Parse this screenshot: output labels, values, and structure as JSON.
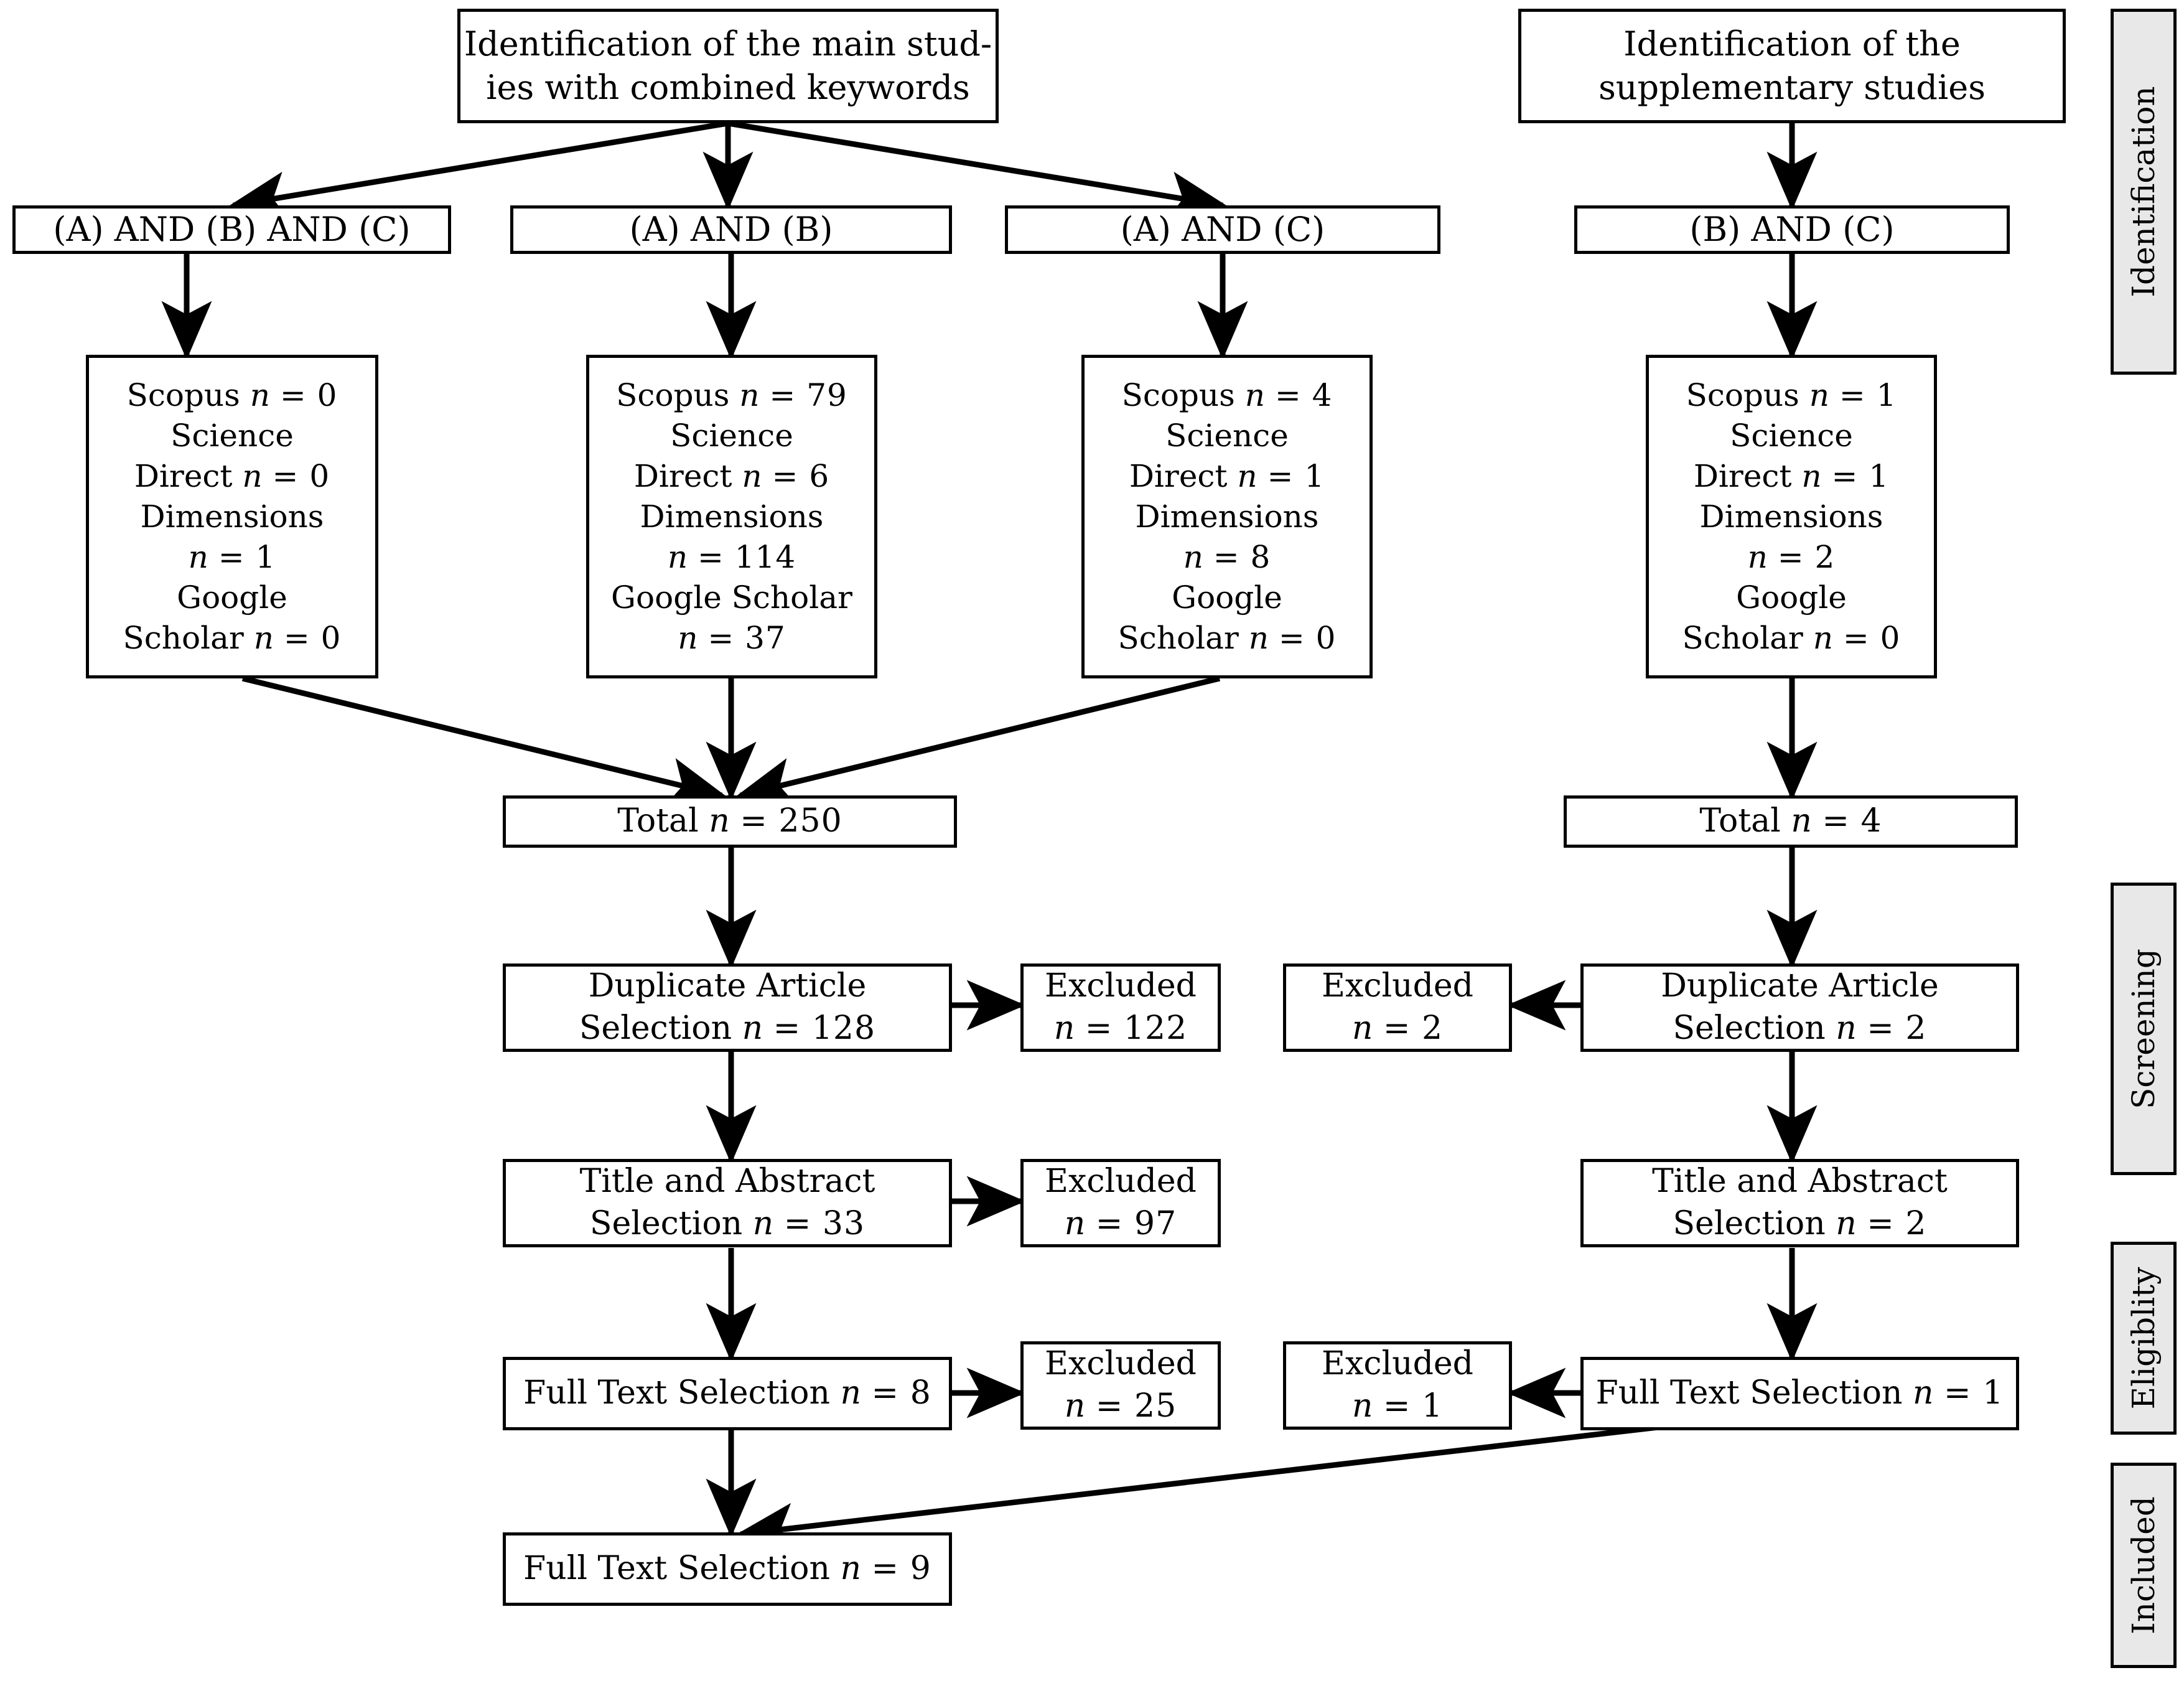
{
  "diagram": {
    "type": "prisma-flow-diagram",
    "title_top_left": "Identification of the main studies with combined keywords",
    "title_top_right": "Identification of the supplementary studies"
  },
  "top_boxes": [
    {
      "id": "main-identification",
      "line1": "Identification of the main stud-",
      "line2": "ies with combined keywords"
    },
    {
      "id": "supplementary-identification",
      "line1": "Identification of the",
      "line2": "supplementary studies"
    }
  ],
  "query_boxes": [
    {
      "id": "query-abc",
      "label": "(A) AND (B) AND (C)"
    },
    {
      "id": "query-ab",
      "label": "(A) AND (B)"
    },
    {
      "id": "query-ac",
      "label": "(A) AND (C)"
    },
    {
      "id": "query-bc",
      "label": "(B) AND (C)"
    }
  ],
  "database_boxes": [
    {
      "id": "db-abc",
      "lines": [
        {
          "prefix": "Scopus",
          "eq": "= 0"
        },
        {
          "prefix": "Science",
          "eq": ""
        },
        {
          "prefix": "Direct",
          "eq": "= 0"
        },
        {
          "prefix": "Dimensions",
          "eq": ""
        },
        {
          "prefix": "",
          "eq": "= 1"
        },
        {
          "prefix": "Google",
          "eq": ""
        },
        {
          "prefix": "Scholar",
          "eq": "= 0"
        }
      ],
      "counts": {
        "scopus": 0,
        "science_direct": 0,
        "dimensions": 1,
        "google_scholar": 0
      }
    },
    {
      "id": "db-ab",
      "lines": [
        {
          "prefix": "Scopus",
          "eq": "= 79"
        },
        {
          "prefix": "Science",
          "eq": ""
        },
        {
          "prefix": "Direct",
          "eq": "= 6"
        },
        {
          "prefix": "Dimensions",
          "eq": ""
        },
        {
          "prefix": "",
          "eq": "= 114"
        },
        {
          "prefix": "Google Scholar",
          "eq": ""
        },
        {
          "prefix": "",
          "eq": "= 37"
        }
      ],
      "counts": {
        "scopus": 79,
        "science_direct": 6,
        "dimensions": 114,
        "google_scholar": 37
      }
    },
    {
      "id": "db-ac",
      "lines": [
        {
          "prefix": "Scopus",
          "eq": "= 4"
        },
        {
          "prefix": "Science",
          "eq": ""
        },
        {
          "prefix": "Direct",
          "eq": "= 1"
        },
        {
          "prefix": "Dimensions",
          "eq": ""
        },
        {
          "prefix": "",
          "eq": "= 8"
        },
        {
          "prefix": "Google",
          "eq": ""
        },
        {
          "prefix": "Scholar",
          "eq": "= 0"
        }
      ],
      "counts": {
        "scopus": 4,
        "science_direct": 1,
        "dimensions": 8,
        "google_scholar": 0
      }
    },
    {
      "id": "db-bc",
      "lines": [
        {
          "prefix": "Scopus",
          "eq": "= 1"
        },
        {
          "prefix": "Science",
          "eq": ""
        },
        {
          "prefix": "Direct",
          "eq": "= 1"
        },
        {
          "prefix": "Dimensions",
          "eq": ""
        },
        {
          "prefix": "",
          "eq": "= 2"
        },
        {
          "prefix": "Google",
          "eq": ""
        },
        {
          "prefix": "Scholar",
          "eq": "= 0"
        }
      ],
      "counts": {
        "scopus": 1,
        "science_direct": 1,
        "dimensions": 2,
        "google_scholar": 0
      }
    }
  ],
  "totals": {
    "main": {
      "id": "total-main",
      "prefix": "Total",
      "eq": "=  250",
      "value": 250
    },
    "supplementary": {
      "id": "total-supp",
      "prefix": "Total",
      "eq": "=  4",
      "value": 4
    }
  },
  "stages": {
    "main": [
      {
        "id": "main-duplicate",
        "line1": "Duplicate Article",
        "line2_prefix": "Selection",
        "line2_eq": "=  128",
        "value": 128
      },
      {
        "id": "main-title-abs",
        "line1": "Title and Abstract",
        "line2_prefix": "Selection",
        "line2_eq": "=  33",
        "value": 33
      },
      {
        "id": "main-full-text",
        "line1": "",
        "line2_prefix": "Full Text Selection",
        "line2_eq": "= 8",
        "value": 8
      },
      {
        "id": "main-final",
        "line1": "",
        "line2_prefix": "Full Text Selection",
        "line2_eq": "= 9",
        "value": 9
      }
    ],
    "supplementary": [
      {
        "id": "supp-duplicate",
        "line1": "Duplicate Article",
        "line2_prefix": "Selection",
        "line2_eq": "=  2",
        "value": 2
      },
      {
        "id": "supp-title-abs",
        "line1": "Title and Abstract",
        "line2_prefix": "Selection",
        "line2_eq": "=  2",
        "value": 2
      },
      {
        "id": "supp-full-text",
        "line1": "",
        "line2_prefix": "Full Text Selection",
        "line2_eq": "= 1",
        "value": 1
      }
    ]
  },
  "excluded_boxes": [
    {
      "id": "excl-main-duplicate",
      "label": "Excluded",
      "eq": "=  122",
      "value": 122
    },
    {
      "id": "excl-supp-duplicate",
      "label": "Excluded",
      "eq": "=  2",
      "value": 2
    },
    {
      "id": "excl-main-title",
      "label": "Excluded",
      "eq": "=  97",
      "value": 97
    },
    {
      "id": "excl-main-full",
      "label": "Excluded",
      "eq": "=  25",
      "value": 25
    },
    {
      "id": "excl-supp-full",
      "label": "Excluded",
      "eq": "=  1",
      "value": 1
    }
  ],
  "phases": [
    {
      "id": "phase-identification",
      "label": "Identification"
    },
    {
      "id": "phase-screening",
      "label": "Screening"
    },
    {
      "id": "phase-eligibility",
      "label": "Eligiblity"
    },
    {
      "id": "phase-included",
      "label": "Included"
    }
  ],
  "symbols": {
    "n": "n"
  },
  "colors": {
    "line": "#000000",
    "box_fill": "#ffffff",
    "phase_fill": "#e8e8e8",
    "text": "#000000"
  }
}
